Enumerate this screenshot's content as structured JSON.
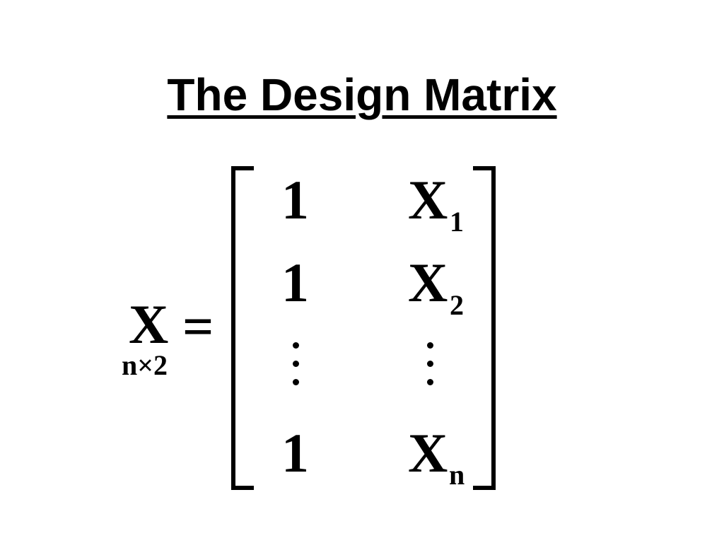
{
  "slide": {
    "title": "The Design Matrix",
    "lhs": {
      "symbol": "X",
      "dimension": "n×2",
      "equals": "="
    },
    "matrix": {
      "rows": [
        {
          "col1": "1",
          "col2_symbol": "X",
          "col2_subscript": "1"
        },
        {
          "col1": "1",
          "col2_symbol": "X",
          "col2_subscript": "2"
        },
        {
          "col1": "1",
          "col2_symbol": "X",
          "col2_subscript": "n"
        }
      ],
      "ellipsis": "vertical-dots"
    }
  },
  "colors": {
    "background": "#ffffff",
    "text": "#000000"
  }
}
